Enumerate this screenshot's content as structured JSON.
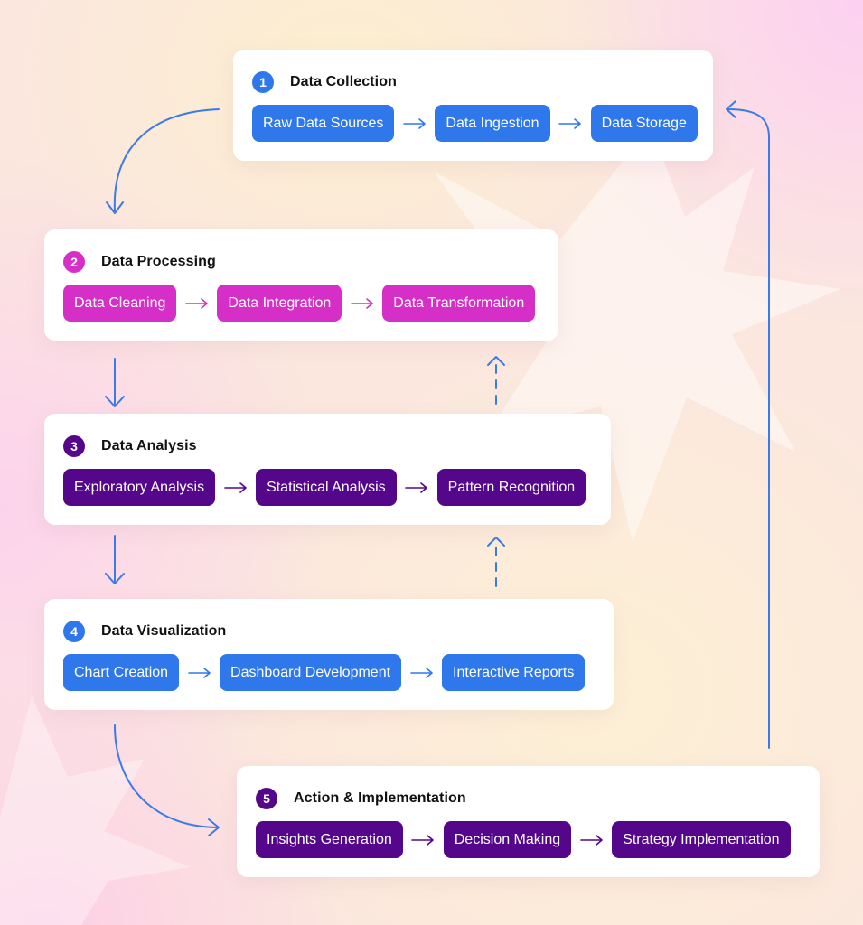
{
  "colors": {
    "blue": "#2f78ec",
    "magenta": "#d62fc7",
    "purple": "#55078b",
    "arrow": "#3c7be6"
  },
  "stages": [
    {
      "number": "1",
      "title": "Data Collection",
      "theme": "blue",
      "steps": [
        "Raw Data Sources",
        "Data Ingestion",
        "Data Storage"
      ]
    },
    {
      "number": "2",
      "title": "Data Processing",
      "theme": "magenta",
      "steps": [
        "Data Cleaning",
        "Data Integration",
        "Data Transformation"
      ]
    },
    {
      "number": "3",
      "title": "Data Analysis",
      "theme": "purple",
      "steps": [
        "Exploratory Analysis",
        "Statistical Analysis",
        "Pattern Recognition"
      ]
    },
    {
      "number": "4",
      "title": "Data Visualization",
      "theme": "blue",
      "steps": [
        "Chart Creation",
        "Dashboard Development",
        "Interactive Reports"
      ]
    },
    {
      "number": "5",
      "title": "Action & Implementation",
      "theme": "purple",
      "steps": [
        "Insights Generation",
        "Decision Making",
        "Strategy Implementation"
      ]
    }
  ],
  "connections": [
    {
      "from": "1",
      "to": "2",
      "style": "solid"
    },
    {
      "from": "2",
      "to": "3",
      "style": "solid"
    },
    {
      "from": "3",
      "to": "2",
      "style": "dashed"
    },
    {
      "from": "3",
      "to": "4",
      "style": "solid"
    },
    {
      "from": "4",
      "to": "3",
      "style": "dashed"
    },
    {
      "from": "4",
      "to": "5",
      "style": "solid"
    },
    {
      "from": "5",
      "to": "1",
      "style": "solid"
    }
  ]
}
